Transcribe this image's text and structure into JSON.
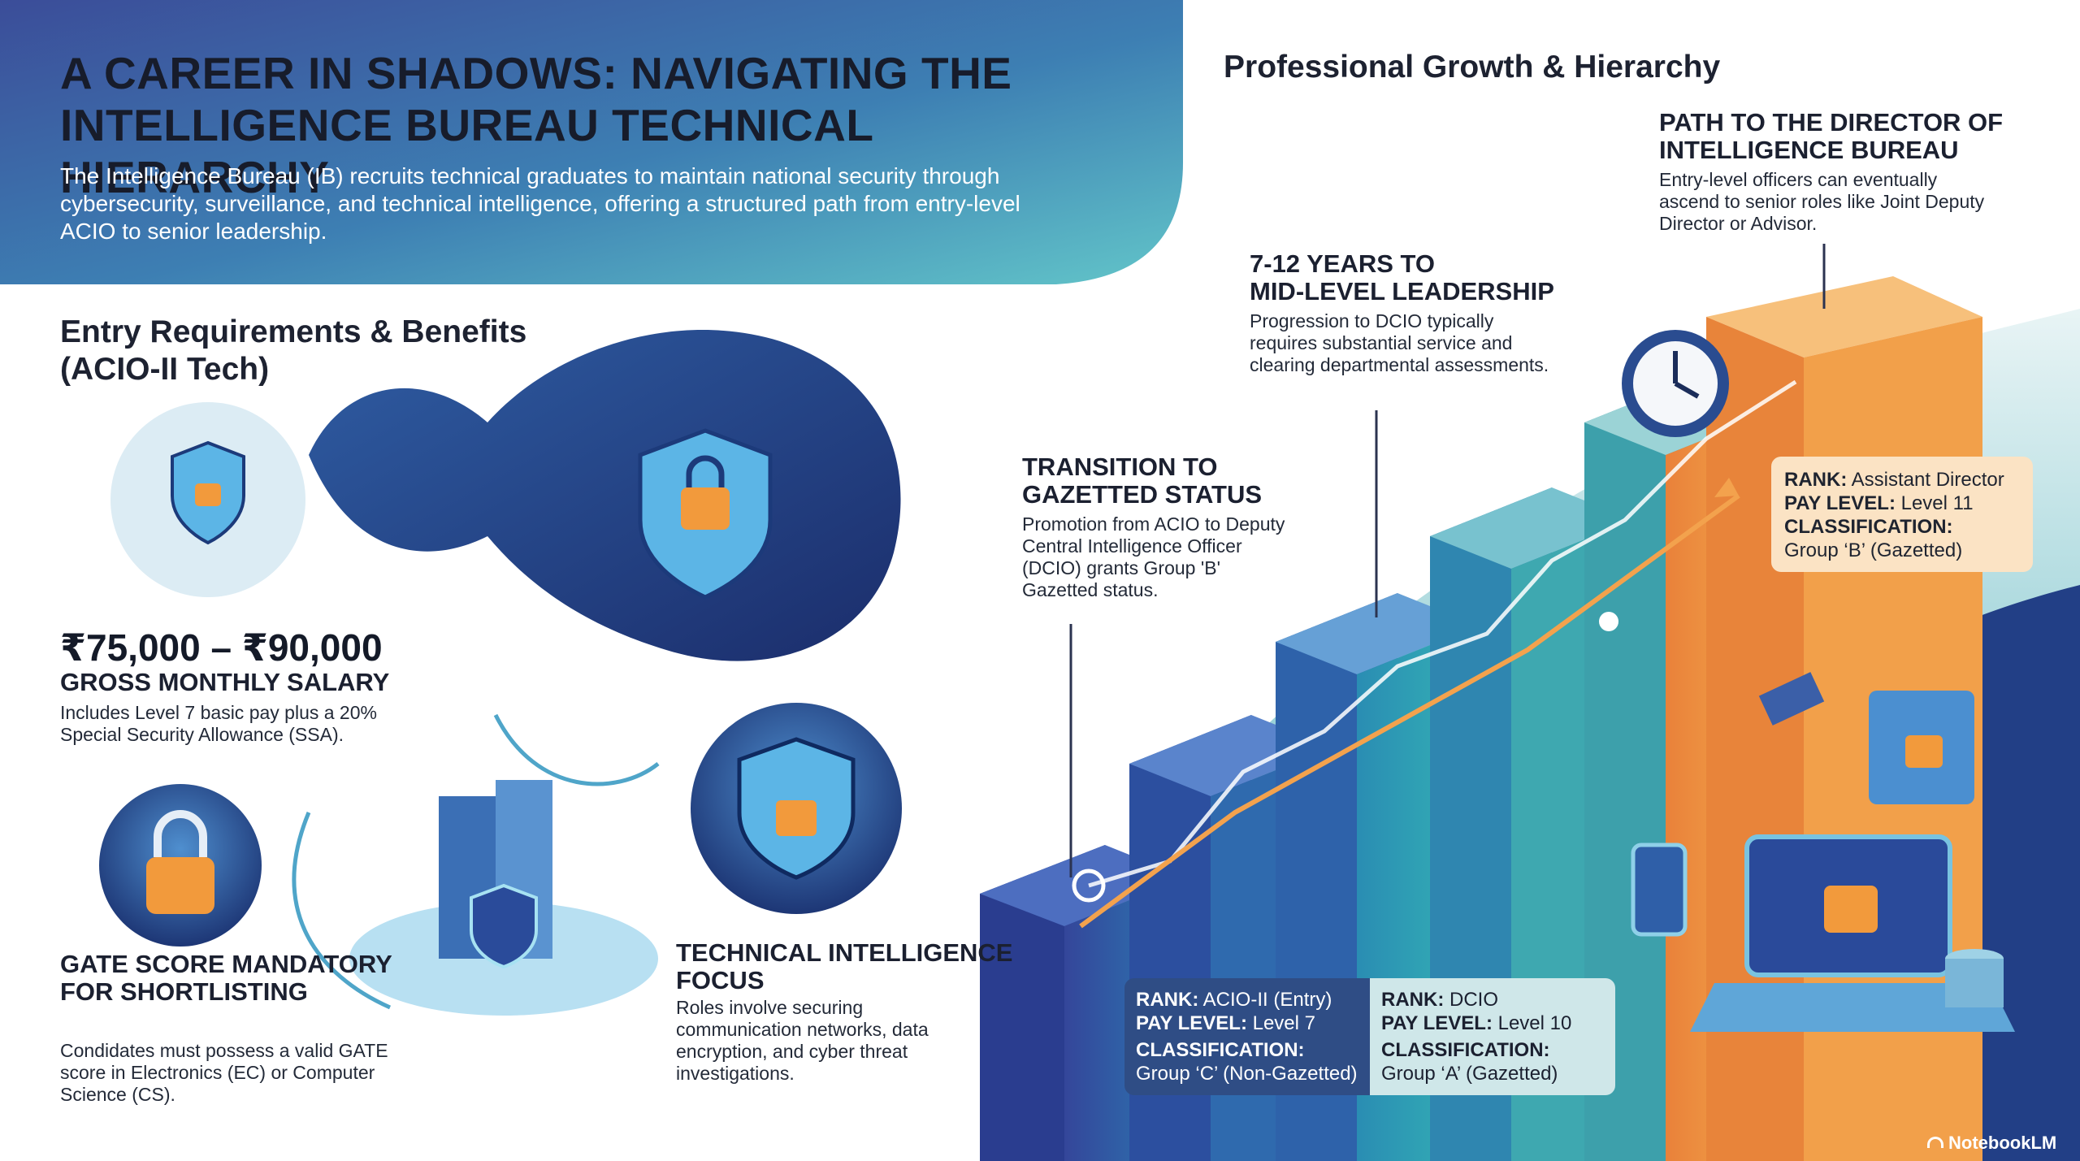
{
  "header": {
    "title_line1": "A CAREER IN SHADOWS: NAVIGATING THE",
    "title_line2": "INTELLIGENCE BUREAU TECHNICAL HIERARCHY",
    "intro": "The Intelligence Bureau (IB) recruits technical graduates to maintain national security through cybersecurity, surveillance, and technical intelligence, offering a structured path from entry-level ACIO to senior leadership."
  },
  "left": {
    "section_title_line1": "Entry Requirements & Benefits",
    "section_title_line2": "(ACIO-II Tech)",
    "salary": "₹75,000 – ₹90,000",
    "salary_label": "GROSS MONTHLY SALARY",
    "salary_desc": "Includes Level 7 basic pay plus a 20% Special Security Allowance (SSA).",
    "gate_title": "GATE SCORE MANDATORY FOR SHORTLISTING",
    "gate_desc": "Condidates must possess a valid GATE score in Electronics (EC) or Computer Science (CS).",
    "tech_title": "TECHNICAL INTELLIGENCE FOCUS",
    "tech_desc": "Roles involve securing communication networks, data encryption, and cyber threat investigations."
  },
  "right": {
    "section_title": "Professional Growth & Hierarchy",
    "step1": {
      "title": "TRANSITION TO GAZETTED STATUS",
      "desc": "Promotion from ACIO to Deputy Central Intelligence Officer (DCIO) grants Group 'B' Gazetted status."
    },
    "step2": {
      "title_line1": "7-12 YEARS TO",
      "title_line2": "MID-LEVEL LEADERSHIP",
      "desc": "Progression to DCIO typically requires substantial service and clearing departmental assessments."
    },
    "step3": {
      "title": "PATH TO THE DIRECTOR OF INTELLIGENCE BUREAU",
      "desc": "Entry-level officers can eventually ascend to senior roles like Joint Deputy Director or Advisor."
    },
    "labels": {
      "rank": "RANK:",
      "pay_level": "PAY LEVEL:",
      "classification": "CLASSIFICATION:"
    },
    "card_assistant_director": {
      "rank": "Assistant Director",
      "pay": "Level 11",
      "classification": "Group ‘B’ (Gazetted)"
    },
    "card_acio": {
      "rank": "ACIO-II (Entry)",
      "pay": "Level 7",
      "classification": "Group ‘C’ (Non-Gazetted)"
    },
    "card_dcio": {
      "rank": "DCIO",
      "pay": "Level 10",
      "classification": "Group ‘A’ (Gazetted)"
    }
  },
  "brand": "NotebookLM",
  "colors": {
    "header_gradient_start": "#3b4f9a",
    "header_gradient_end": "#5fc4c8",
    "stair_blue": "#2f4d9a",
    "stair_teal": "#2fa6b0",
    "stair_orange": "#f29a3c",
    "dark_navy": "#213a78"
  },
  "icons": [
    "shield-lock-icon",
    "padlock-icon",
    "server-icon",
    "wifi-icon",
    "clock-icon",
    "satellite-icon",
    "laptop-icon",
    "envelope-icon",
    "smartphone-icon",
    "database-icon"
  ]
}
